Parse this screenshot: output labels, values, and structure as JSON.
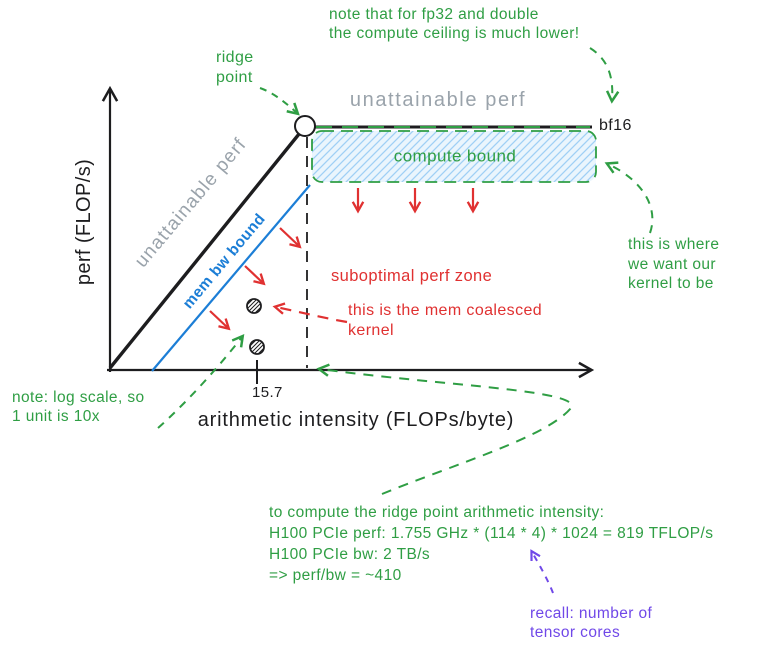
{
  "colors": {
    "ink": "#1d1d1f",
    "green": "#2f9e44",
    "red": "#e03131",
    "blue": "#1c7ed6",
    "gray": "#9aa3ab",
    "purple": "#7048e8",
    "band_fill": "#eaf5fd",
    "band_hatch": "#9fd0f5"
  },
  "axes": {
    "y_label": "perf (FLOP/s)",
    "x_label": "arithmetic intensity (FLOPs/byte)",
    "ridge_tick_value": "15.7"
  },
  "labels": {
    "unattainable_diagonal": "unattainable perf",
    "unattainable_top": "unattainable perf",
    "mem_bw_bound": "mem bw bound",
    "compute_bound": "compute bound",
    "suboptimal_zone": "suboptimal perf zone",
    "ceiling_dtype": "bf16"
  },
  "annotations": {
    "ridge_point": "ridge\npoint",
    "fp32_note": "note that for fp32 and double\nthe compute ceiling is much lower!",
    "kernel_target": "this is where\nwe want our\nkernel to be",
    "mem_coalesced_kernel": "this is the mem coalesced\nkernel",
    "log_scale_note": "note: log scale, so\n1 unit is 10x",
    "ridge_point_math": "to compute the ridge point arithmetic intensity:\nH100 PCIe perf: 1.755 GHz * (114 * 4) * 1024 = 819 TFLOP/s\nH100 PCIe bw: 2 TB/s\n=> perf/bw = ~410",
    "tensor_cores_note": "recall: number of\ntensor cores"
  }
}
